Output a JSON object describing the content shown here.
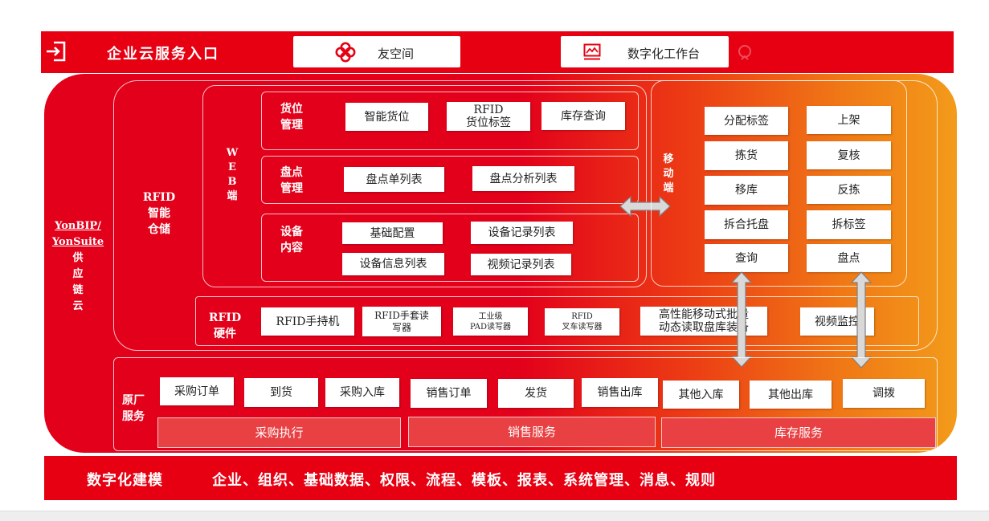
{
  "header": {
    "title": "企业云服务入口",
    "youkongjian_label": "友空间",
    "workbench_label": "数字化工作台"
  },
  "supply_chain_label": [
    "YonBIP/",
    "YonSuite",
    "供",
    "应",
    "链",
    "云"
  ],
  "rfid_smart_storage": [
    "RFID",
    "智能",
    "仓储"
  ],
  "web_label": [
    "W",
    "E",
    "B",
    "端"
  ],
  "mobile_label": [
    "移",
    "动",
    "端"
  ],
  "location_mgmt": {
    "label": [
      "货位",
      "管理"
    ],
    "items": {
      "smart_location": "智能货位",
      "rfid_line1": "RFID",
      "rfid_line2": "货位标签",
      "stock_query": "库存查询"
    }
  },
  "inventory_mgmt": {
    "label": [
      "盘点",
      "管理"
    ],
    "items": {
      "count_list": "盘点单列表",
      "count_analysis": "盘点分析列表"
    }
  },
  "device_content": {
    "label": [
      "设备",
      "内容"
    ],
    "items": {
      "basic_config": "基础配置",
      "device_records": "设备记录列表",
      "device_info": "设备信息列表",
      "video_records": "视频记录列表"
    }
  },
  "mobile_items": {
    "assign_label": "分配标签",
    "shelve": "上架",
    "pick": "拣货",
    "recheck": "复核",
    "move": "移库",
    "repick": "反拣",
    "split_pallet": "拆合托盘",
    "split_label": "拆标签",
    "query": "查询",
    "count": "盘点"
  },
  "rfid_hardware": {
    "label": [
      "RFID",
      "硬件"
    ],
    "items": {
      "handheld": "RFID手持机",
      "wrist_line1": "RFID手套读",
      "wrist_line2": "写器",
      "pad_line1": "工业级",
      "pad_line2": "PAD读写器",
      "forklift_line1": "RFID",
      "forklift_line2": "叉车读写器",
      "mobile_line1": "高性能移动式批量",
      "mobile_line2": "动态读取盘库装备",
      "video": "视频监控"
    }
  },
  "original_service": {
    "label": [
      "原厂",
      "服务"
    ],
    "items": {
      "po": "采购订单",
      "arrival": "到货",
      "purchase_in": "采购入库",
      "so": "销售订单",
      "ship": "发货",
      "sales_out": "销售出库",
      "other_in": "其他入库",
      "other_out": "其他出库",
      "transfer": "调拨"
    },
    "categories": {
      "purchase": "采购执行",
      "sales": "销售服务",
      "inventory": "库存服务"
    }
  },
  "footer": {
    "title": "数字化建模",
    "content": "企业、组织、基础数据、权限、流程、模板、报表、系统管理、消息、规则"
  },
  "colors": {
    "brand_red": "#e60012",
    "gradient_end": "#f39b1a",
    "category_fill": "#e84043"
  }
}
